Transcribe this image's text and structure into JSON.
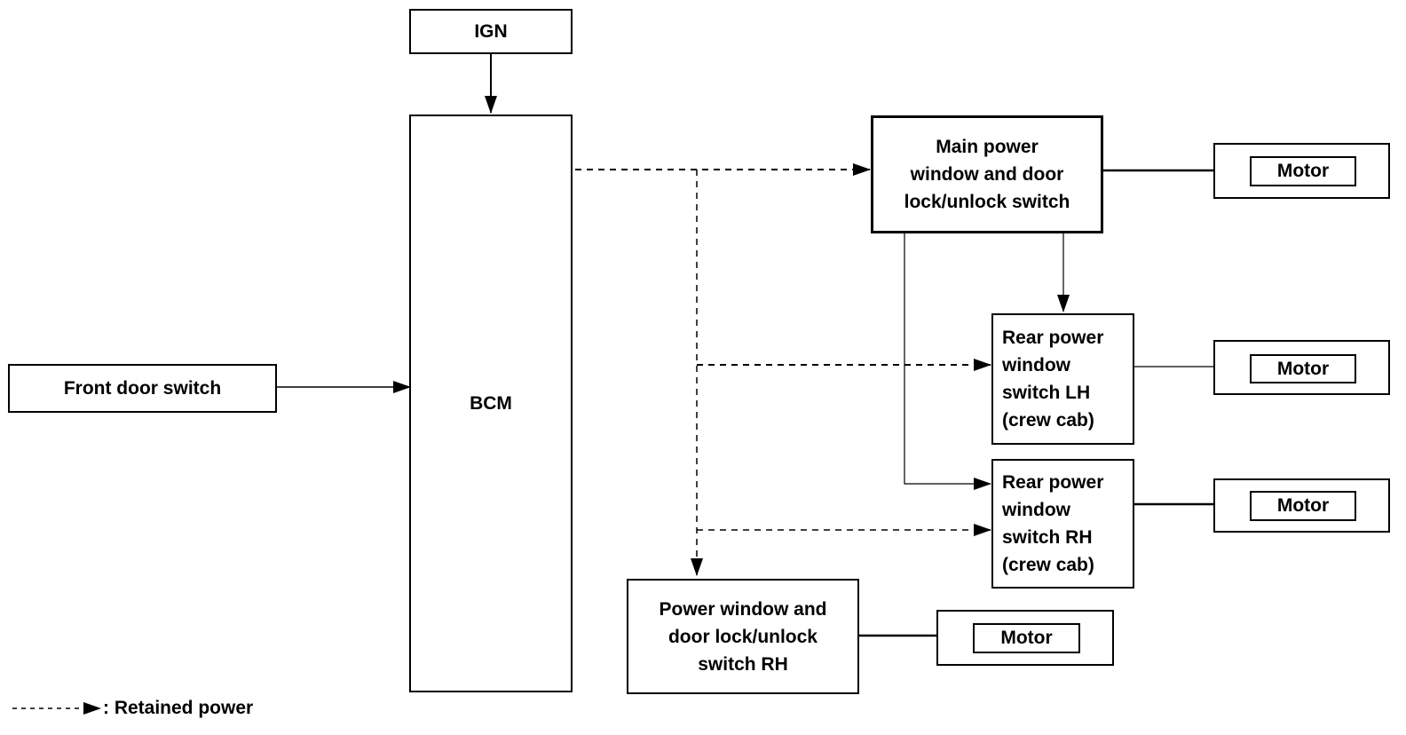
{
  "diagram": {
    "ign": "IGN",
    "bcm": "BCM",
    "front_door_switch": "Front door switch",
    "main_switch": "Main power\nwindow and door\nlock/unlock switch",
    "rear_lh": "Rear power\nwindow\nswitch LH\n(crew cab)",
    "rear_rh": "Rear power\nwindow\nswitch RH\n(crew cab)",
    "pw_rh": "Power window and\ndoor lock/unlock\nswitch RH",
    "motor": "Motor"
  },
  "legend": {
    "text": ": Retained power"
  }
}
